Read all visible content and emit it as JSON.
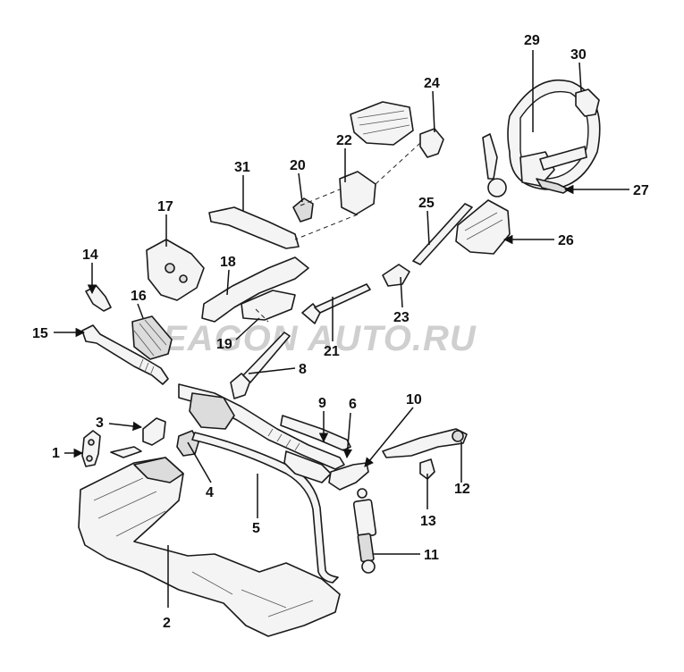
{
  "watermark": "EAGON AUTO.RU",
  "callouts": [
    "1",
    "2",
    "3",
    "4",
    "5",
    "6",
    "8",
    "9",
    "10",
    "11",
    "12",
    "13",
    "14",
    "15",
    "16",
    "17",
    "18",
    "19",
    "20",
    "21",
    "22",
    "23",
    "24",
    "25",
    "26",
    "27",
    "29",
    "30",
    "31"
  ]
}
